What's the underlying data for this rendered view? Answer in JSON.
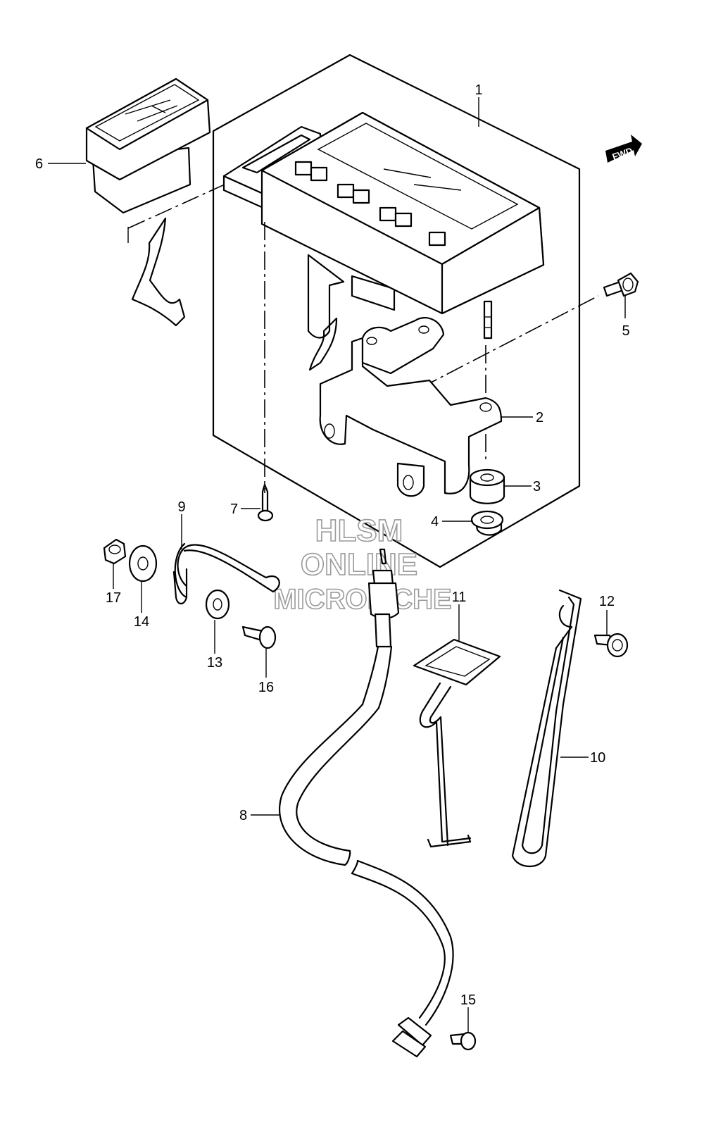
{
  "callouts": [
    {
      "num": "1",
      "part": "meter-assembly"
    },
    {
      "num": "2",
      "part": "meter-bracket"
    },
    {
      "num": "3",
      "part": "rubber-cushion"
    },
    {
      "num": "4",
      "part": "collar"
    },
    {
      "num": "5",
      "part": "bolt"
    },
    {
      "num": "6",
      "part": "meter-cover"
    },
    {
      "num": "7",
      "part": "screw"
    },
    {
      "num": "8",
      "part": "speedometer-cable"
    },
    {
      "num": "9",
      "part": "cable-guide"
    },
    {
      "num": "10",
      "part": "cable-clamp"
    },
    {
      "num": "11",
      "part": "cable-guide-bracket"
    },
    {
      "num": "12",
      "part": "bolt"
    },
    {
      "num": "13",
      "part": "washer"
    },
    {
      "num": "14",
      "part": "washer"
    },
    {
      "num": "15",
      "part": "screw"
    },
    {
      "num": "16",
      "part": "screw"
    },
    {
      "num": "17",
      "part": "nut"
    }
  ],
  "direction_badge": "FWD",
  "watermark": [
    "HLSM",
    "ONLINE",
    "MICROFICHE"
  ]
}
